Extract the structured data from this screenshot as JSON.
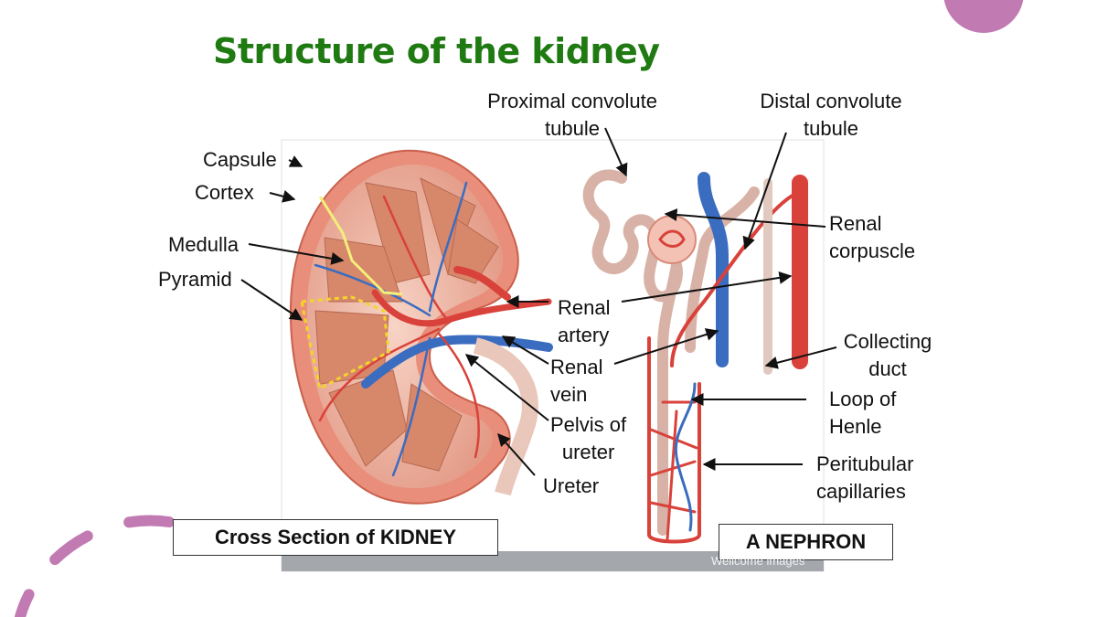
{
  "slide": {
    "title": "Structure of the kidney",
    "watermark": "Wellcome images"
  },
  "labels": {
    "capsule": "Capsule",
    "cortex": "Cortex",
    "medulla": "Medulla",
    "pyramid": "Pyramid",
    "proximal_1": "Proximal convolute",
    "proximal_2": "tubule",
    "distal_1": "Distal convolute",
    "distal_2": "tubule",
    "corpuscle_1": "Renal",
    "corpuscle_2": "corpuscle",
    "artery_1": "Renal",
    "artery_2": "artery",
    "vein_1": "Renal",
    "vein_2": "vein",
    "pelvis_1": "Pelvis of",
    "pelvis_2": "ureter",
    "ureter": "Ureter",
    "collecting_1": "Collecting",
    "collecting_2": "duct",
    "loop_1": "Loop of",
    "loop_2": "Henle",
    "peritubular_1": "Peritubular",
    "peritubular_2": "capillaries"
  },
  "captions": {
    "kidney": "Cross Section of KIDNEY",
    "nephron": "A NEPHRON"
  },
  "colors": {
    "title": "#1f7a12",
    "accent_purple": "#c27ab3",
    "artery_red": "#d9423a",
    "vein_blue": "#3a6cc0",
    "tissue_pink": "#e9a994",
    "medulla_outline": "#f3ef7a",
    "pyramid_outline": "#f3d52a"
  }
}
